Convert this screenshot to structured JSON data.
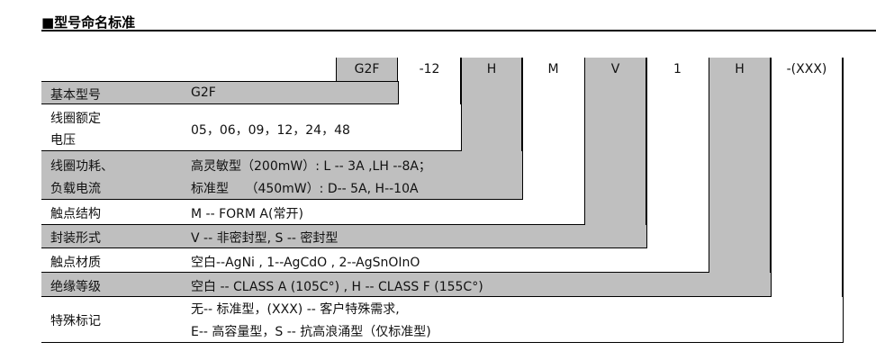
{
  "title": "■型号命名标准",
  "codes": [
    "G2F",
    "-12",
    "H",
    "M",
    "V",
    "1",
    "H",
    "-(XXX)"
  ],
  "rows": [
    {
      "label": "基本型号",
      "value": "G2F"
    },
    {
      "label_lines": [
        "线圈额定",
        "电压"
      ],
      "value": "05，06，09，12，24，48"
    },
    {
      "label_lines": [
        "线圈功耗、",
        "负载电流"
      ],
      "value_lines": [
        "高灵敏型（200mW）: L -- 3A ,LH --8A；",
        "标准型　 （450mW）: D-- 5A, H--10A"
      ]
    },
    {
      "label": "触点结构",
      "value": "M -- FORM A(常开)"
    },
    {
      "label": "封装形式",
      "value": "V --  非密封型, S --  密封型"
    },
    {
      "label": "触点材质",
      "value": "空白--AgNi , 1--AgCdO , 2--AgSnOInO"
    },
    {
      "label": "绝缘等级",
      "value": "空白  -- CLASS A (105C°) , H -- CLASS F (155C°)"
    },
    {
      "label": "特殊标记",
      "value_lines": [
        "无--  标准型，(XXX) --  客户特殊需求,",
        "E--  高容量型，S --  抗高浪涌型（仅标准型)"
      ]
    }
  ]
}
